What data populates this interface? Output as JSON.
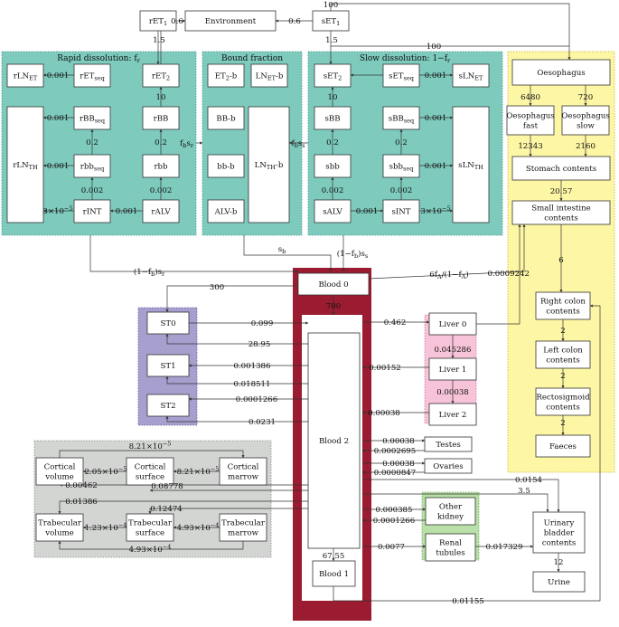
{
  "groups": {
    "rapid": {
      "title": "Rapid dissolution: f",
      "sub": "r",
      "fill": "#7ecbbd",
      "border": "#4a9a8c"
    },
    "bound": {
      "title": "Bound fraction",
      "fill": "#7ecbbd",
      "border": "#4a9a8c"
    },
    "slow": {
      "title": "Slow dissolution: 1−f",
      "sub": "r",
      "fill": "#7ecbbd",
      "border": "#4a9a8c"
    },
    "git": {
      "fill": "#fdf6a4",
      "border": "#c8b830"
    },
    "st": {
      "fill": "#a79fce",
      "border": "#6e64a4"
    },
    "liver": {
      "fill": "#f7c3d9",
      "border": "#d27aa0"
    },
    "kidney": {
      "fill": "#b9e0a8",
      "border": "#6fae58"
    },
    "bone": {
      "fill": "#d3d5d3",
      "border": "#8a8c8a"
    },
    "blood": {
      "fill": "#9b1b30"
    }
  },
  "nodes": [
    {
      "id": "rET1",
      "base": "rET",
      "sub": "1"
    },
    {
      "id": "env",
      "base": "Environment"
    },
    {
      "id": "sET1",
      "base": "sET",
      "sub": "1"
    },
    {
      "id": "rLNET",
      "base": "rLN",
      "sub": "ET"
    },
    {
      "id": "rETseq",
      "base": "rET",
      "sub": "seq"
    },
    {
      "id": "rET2",
      "base": "rET",
      "sub": "2"
    },
    {
      "id": "rBBseq",
      "base": "rBB",
      "sub": "seq"
    },
    {
      "id": "rBB",
      "base": "rBB"
    },
    {
      "id": "rLNTH",
      "base": "rLN",
      "sub": "TH"
    },
    {
      "id": "rbbseq",
      "base": "rbb",
      "sub": "seq"
    },
    {
      "id": "rbb",
      "base": "rbb"
    },
    {
      "id": "rINT",
      "base": "rINT"
    },
    {
      "id": "rALV",
      "base": "rALV"
    },
    {
      "id": "ET2b",
      "base": "ET",
      "sub": "2",
      "post": "-b"
    },
    {
      "id": "LNETb",
      "base": "LN",
      "sub": "ET",
      "post": "-b"
    },
    {
      "id": "BBb",
      "base": "BB-b"
    },
    {
      "id": "LNTHb",
      "base": "LN",
      "sub": "TH",
      "post": "-b"
    },
    {
      "id": "bbb",
      "base": "bb-b"
    },
    {
      "id": "ALVb",
      "base": "ALV-b"
    },
    {
      "id": "sET2",
      "base": "sET",
      "sub": "2"
    },
    {
      "id": "sETseq",
      "base": "sET",
      "sub": "seq"
    },
    {
      "id": "sLNET",
      "base": "sLN",
      "sub": "ET"
    },
    {
      "id": "sBB",
      "base": "sBB"
    },
    {
      "id": "sBBseq",
      "base": "sBB",
      "sub": "seq"
    },
    {
      "id": "sLNTH",
      "base": "sLN",
      "sub": "TH"
    },
    {
      "id": "sbb",
      "base": "sbb"
    },
    {
      "id": "sbbseq",
      "base": "sbb",
      "sub": "seq"
    },
    {
      "id": "sALV",
      "base": "sALV"
    },
    {
      "id": "sINT",
      "base": "sINT"
    },
    {
      "id": "oeso",
      "base": "Oesophagus"
    },
    {
      "id": "oesof",
      "lines": [
        "Oesophagus",
        "fast"
      ]
    },
    {
      "id": "oesos",
      "lines": [
        "Oesophagus",
        "slow"
      ]
    },
    {
      "id": "stom",
      "base": "Stomach contents"
    },
    {
      "id": "si",
      "lines": [
        "Small intestine",
        "contents"
      ]
    },
    {
      "id": "rc",
      "lines": [
        "Right colon",
        "contents"
      ]
    },
    {
      "id": "lc",
      "lines": [
        "Left colon",
        "contents"
      ]
    },
    {
      "id": "rs",
      "lines": [
        "Rectosigmoid",
        "contents"
      ]
    },
    {
      "id": "fae",
      "base": "Faeces"
    },
    {
      "id": "blood0",
      "base": "Blood 0"
    },
    {
      "id": "blood2",
      "base": "Blood 2"
    },
    {
      "id": "blood1",
      "base": "Blood 1"
    },
    {
      "id": "st0",
      "base": "ST0"
    },
    {
      "id": "st1",
      "base": "ST1"
    },
    {
      "id": "st2",
      "base": "ST2"
    },
    {
      "id": "liv0",
      "base": "Liver 0"
    },
    {
      "id": "liv1",
      "base": "Liver 1"
    },
    {
      "id": "liv2",
      "base": "Liver 2"
    },
    {
      "id": "testes",
      "base": "Testes"
    },
    {
      "id": "ovaries",
      "base": "Ovaries"
    },
    {
      "id": "cvol",
      "lines": [
        "Cortical",
        "volume"
      ]
    },
    {
      "id": "csur",
      "lines": [
        "Cortical",
        "surface"
      ]
    },
    {
      "id": "cmar",
      "lines": [
        "Cortical",
        "marrow"
      ]
    },
    {
      "id": "tvol",
      "lines": [
        "Trabecular",
        "volume"
      ]
    },
    {
      "id": "tsur",
      "lines": [
        "Trabecular",
        "surface"
      ]
    },
    {
      "id": "tmar",
      "lines": [
        "Trabecular",
        "marrow"
      ]
    },
    {
      "id": "okid",
      "lines": [
        "Other",
        "kidney"
      ]
    },
    {
      "id": "rtub",
      "lines": [
        "Renal",
        "tubules"
      ]
    },
    {
      "id": "ubc",
      "lines": [
        "Urinary",
        "bladder",
        "contents"
      ]
    },
    {
      "id": "urine",
      "base": "Urine"
    }
  ],
  "labels": [
    {
      "id": "e_top",
      "t": "100"
    },
    {
      "id": "e_env1",
      "t": "0.6"
    },
    {
      "id": "e_env2",
      "t": "0.6"
    },
    {
      "id": "e_r15",
      "t": "1.5"
    },
    {
      "id": "e_s15",
      "t": "1.5"
    },
    {
      "id": "e_100b",
      "t": "100"
    },
    {
      "id": "e_rlnet",
      "t": "0.001"
    },
    {
      "id": "e_r10",
      "t": "10"
    },
    {
      "id": "e_rbbseq",
      "t": "0.001"
    },
    {
      "id": "e_rbbseq02",
      "t": "0.2"
    },
    {
      "id": "e_rbb02",
      "t": "0.2"
    },
    {
      "id": "e_rbbsq",
      "t": "0.001"
    },
    {
      "id": "e_r0021",
      "t": "0.002"
    },
    {
      "id": "e_r0022",
      "t": "0.002"
    },
    {
      "id": "e_r3e5",
      "t": "3×10",
      "sup": "−5"
    },
    {
      "id": "e_ralv",
      "t": "0.001"
    },
    {
      "id": "e_fbsr",
      "t": "f",
      "sub": "b",
      "post": "s",
      "sub2": "r"
    },
    {
      "id": "e_fbss",
      "t": "f",
      "sub": "b",
      "post": "s",
      "sub2": "s"
    },
    {
      "id": "e_s10",
      "t": "10"
    },
    {
      "id": "e_sset",
      "t": "0.001"
    },
    {
      "id": "e_sbb02",
      "t": "0.2"
    },
    {
      "id": "e_sbbseq02",
      "t": "0.2"
    },
    {
      "id": "e_sbbseq",
      "t": "0.001"
    },
    {
      "id": "e_sbbsq",
      "t": "0.001"
    },
    {
      "id": "e_s0021",
      "t": "0.002"
    },
    {
      "id": "e_s0022",
      "t": "0.002"
    },
    {
      "id": "e_salv",
      "t": "0.001"
    },
    {
      "id": "e_s3e5",
      "t": "3×10",
      "sup": "−5"
    },
    {
      "id": "e_sb",
      "t": "s",
      "sub": "b"
    },
    {
      "id": "e_1fbsr",
      "t": "(1−f",
      "sub": "b",
      "post": ")s",
      "sub2": "r"
    },
    {
      "id": "e_1fbss",
      "t": "(1−f",
      "sub": "b",
      "post": ")s",
      "sub2": "s"
    },
    {
      "id": "e_6480",
      "t": "6480"
    },
    {
      "id": "e_720",
      "t": "720"
    },
    {
      "id": "e_12343",
      "t": "12343"
    },
    {
      "id": "e_2160",
      "t": "2160"
    },
    {
      "id": "e_2057",
      "t": "20.57"
    },
    {
      "id": "e_6",
      "t": "6"
    },
    {
      "id": "e_2a",
      "t": "2"
    },
    {
      "id": "e_2b",
      "t": "2"
    },
    {
      "id": "e_2c",
      "t": "2"
    },
    {
      "id": "e_6fa",
      "t": "6f",
      "sub": "A",
      "post": "/(1−f",
      "sub2": "A",
      "post2": ")"
    },
    {
      "id": "e_00092",
      "t": "0.0009242"
    },
    {
      "id": "e_300",
      "t": "300"
    },
    {
      "id": "e_700",
      "t": "700"
    },
    {
      "id": "e_0099",
      "t": "0.099"
    },
    {
      "id": "e_2895",
      "t": "28.95"
    },
    {
      "id": "e_0462",
      "t": "0.462"
    },
    {
      "id": "e_045",
      "t": "0.045286"
    },
    {
      "id": "e_st1a",
      "t": "0.001386"
    },
    {
      "id": "e_st1b",
      "t": "0.018511"
    },
    {
      "id": "e_00152",
      "t": "0.00152"
    },
    {
      "id": "e_00038a",
      "t": "0.00038"
    },
    {
      "id": "e_st2a",
      "t": "0.0001266"
    },
    {
      "id": "e_st2b",
      "t": "0.0231"
    },
    {
      "id": "e_00038b",
      "t": "0.00038"
    },
    {
      "id": "e_tes1",
      "t": "0.00038"
    },
    {
      "id": "e_tes2",
      "t": "0.0002695"
    },
    {
      "id": "e_ova1",
      "t": "0.00038"
    },
    {
      "id": "e_ova2",
      "t": "0.0000847"
    },
    {
      "id": "e_821a",
      "t": "8.21×10",
      "sup": "−5"
    },
    {
      "id": "e_205",
      "t": "2.05×10",
      "sup": "−5"
    },
    {
      "id": "e_821b",
      "t": "8.21×10",
      "sup": "−5"
    },
    {
      "id": "e_00462",
      "t": "0.00462"
    },
    {
      "id": "e_08778",
      "t": "0.08778"
    },
    {
      "id": "e_0154",
      "t": "0.0154"
    },
    {
      "id": "e_35",
      "t": "3.5"
    },
    {
      "id": "e_01386",
      "t": "0.01386"
    },
    {
      "id": "e_12474",
      "t": "0.12474"
    },
    {
      "id": "e_123",
      "t": "1.23×10",
      "sup": "−4"
    },
    {
      "id": "e_493a",
      "t": "4.93×10",
      "sup": "−4"
    },
    {
      "id": "e_493b",
      "t": "4.93×10",
      "sup": "−4"
    },
    {
      "id": "e_000385",
      "t": "0.000385"
    },
    {
      "id": "e_0001266",
      "t": "0.0001266"
    },
    {
      "id": "e_00077",
      "t": "0.0077"
    },
    {
      "id": "e_017329",
      "t": "0.017329"
    },
    {
      "id": "e_12",
      "t": "12"
    },
    {
      "id": "e_6755",
      "t": "67.55"
    },
    {
      "id": "e_01155",
      "t": "0.01155"
    }
  ]
}
